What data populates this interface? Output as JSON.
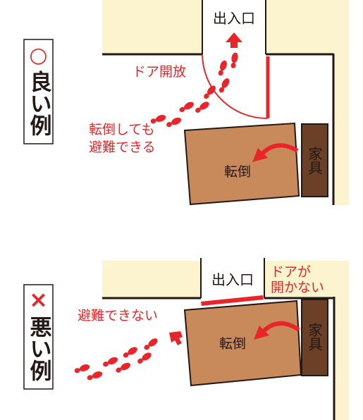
{
  "good": {
    "mark": "○",
    "title": "良い例",
    "entrance": "出入口",
    "door_open": "ドア開放",
    "escape_line1": "転倒しても",
    "escape_line2": "避難できる",
    "fallen": "転倒",
    "furniture": "家具"
  },
  "bad": {
    "mark": "×",
    "title": "悪い例",
    "entrance": "出入口",
    "door_blocked_line1": "ドアが",
    "door_blocked_line2": "開かない",
    "cannot_escape": "避難できない",
    "fallen": "転倒",
    "furniture": "家具"
  },
  "colors": {
    "floor": "#fbf4cf",
    "wall": "#231815",
    "accent_red": "#e8262a",
    "furniture_fallen": "#c98a5b",
    "furniture_standing": "#6b4026"
  }
}
